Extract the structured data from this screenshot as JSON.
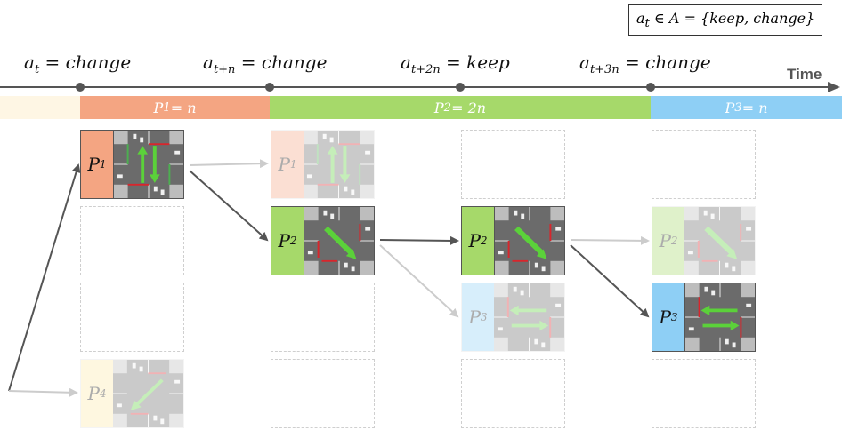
{
  "legend": {
    "text": "a_t ∈ A = {keep, change}",
    "a": "a",
    "t": "t",
    "rest": " ∈ A = {keep, change}"
  },
  "timeline": {
    "label": "Time"
  },
  "actions": [
    {
      "var": "a",
      "sub": "t",
      "eq": " = change"
    },
    {
      "var": "a",
      "sub": "t+n",
      "eq": " = change"
    },
    {
      "var": "a",
      "sub": "t+2n",
      "eq": " = keep"
    },
    {
      "var": "a",
      "sub": "t+3n",
      "eq": " = change"
    }
  ],
  "phase_bars": [
    {
      "label": "P",
      "sub": "1",
      "eq": " = n",
      "color": "#f4a582"
    },
    {
      "label": "P",
      "sub": "2",
      "eq": " = 2n",
      "color": "#a6d96a"
    },
    {
      "label": "P",
      "sub": "3",
      "eq": " = n",
      "color": "#8ecff5"
    }
  ],
  "cells": {
    "c1_p1": {
      "p": "P",
      "sub": "1",
      "color": "#f4a582"
    },
    "c1_p4": {
      "p": "P",
      "sub": "4",
      "color": "#fde9a8"
    },
    "c2_p1": {
      "p": "P",
      "sub": "1",
      "color": "#f4a582"
    },
    "c2_p2": {
      "p": "P",
      "sub": "2",
      "color": "#a6d96a"
    },
    "c3_p2": {
      "p": "P",
      "sub": "2",
      "color": "#a6d96a"
    },
    "c3_p3": {
      "p": "P",
      "sub": "3",
      "color": "#8ecff5"
    },
    "c4_p2": {
      "p": "P",
      "sub": "2",
      "color": "#a6d96a"
    },
    "c4_p3": {
      "p": "P",
      "sub": "3",
      "color": "#8ecff5"
    }
  },
  "colors": {
    "arrow_dark": "#555555",
    "arrow_light": "#cccccc",
    "road": "#6b6b6b",
    "corner": "#bdbdbd",
    "green_arrow": "#5bd13a"
  }
}
